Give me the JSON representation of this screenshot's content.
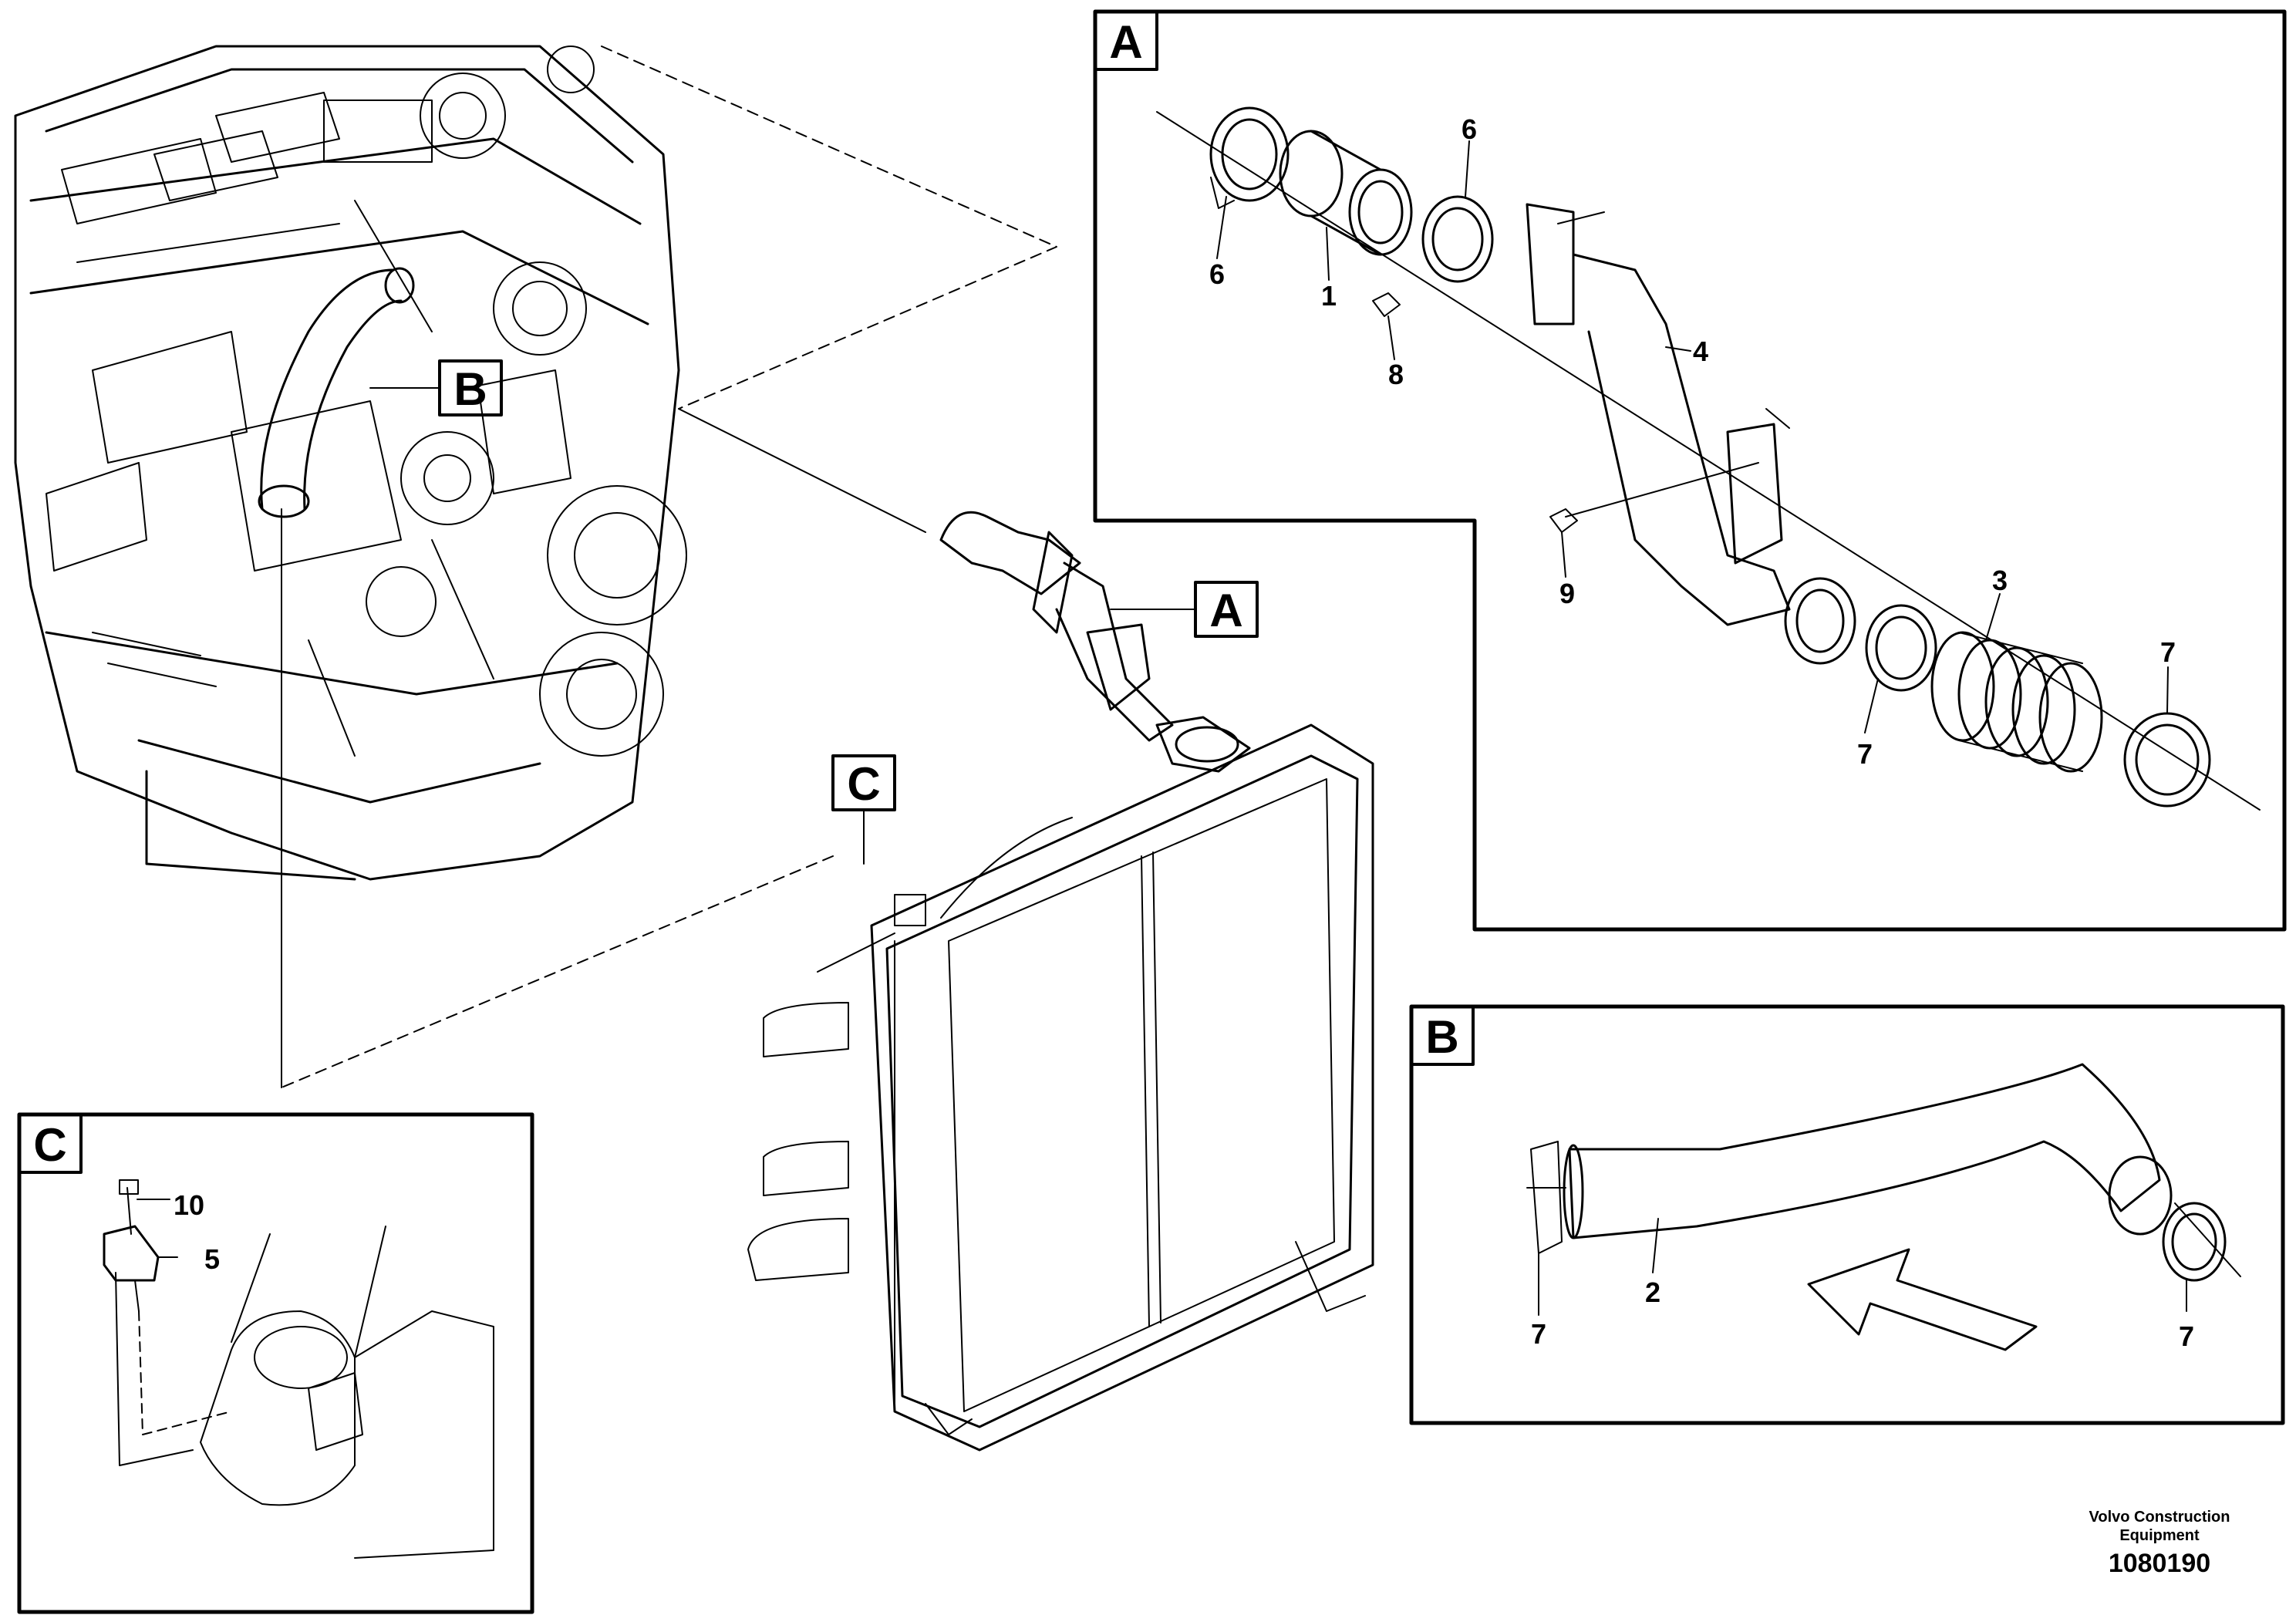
{
  "diagram": {
    "sections": {
      "A": {
        "tag": "A"
      },
      "B": {
        "tag": "B"
      },
      "C": {
        "tag": "C"
      }
    },
    "callouts_main": {
      "A": "A",
      "B": "B",
      "C": "C"
    },
    "parts": {
      "p1": "1",
      "p2": "2",
      "p3": "3",
      "p4": "4",
      "p5": "5",
      "p6a": "6",
      "p6b": "6",
      "p7a": "7",
      "p7b": "7",
      "p7c": "7",
      "p7d": "7",
      "p8": "8",
      "p9": "9",
      "p10": "10"
    }
  },
  "footer": {
    "company_line1": "Volvo Construction",
    "company_line2": "Equipment",
    "figure_number": "1080190"
  },
  "colors": {
    "ink": "#000000",
    "paper": "#ffffff"
  }
}
